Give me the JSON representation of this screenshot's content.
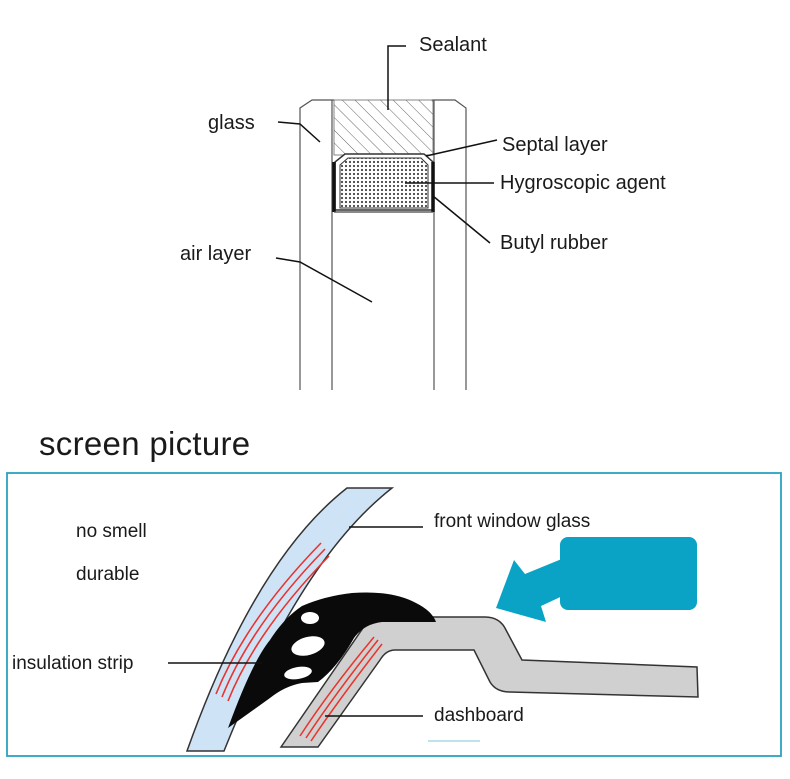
{
  "top_diagram": {
    "labels": {
      "sealant": "Sealant",
      "glass": "glass",
      "septal_layer": "Septal layer",
      "hygroscopic_agent": "Hygroscopic agent",
      "butyl_rubber": "Butyl rubber",
      "air_layer": "air layer"
    }
  },
  "section_heading": "screen picture",
  "bottom_diagram": {
    "labels": {
      "no_smell": "no smell",
      "durable": "durable",
      "front_window_glass": "front window glass",
      "insulation_strip": "insulation strip",
      "dashboard": "dashboard"
    },
    "colors": {
      "frame_border": "#2aa3bf",
      "glass_fill": "#cfe3f7",
      "dashboard_fill": "#d0d0d0",
      "arrow": "#0aa3c6",
      "strip": "#0a0a0a",
      "accent_lines": "#e8342f"
    }
  }
}
